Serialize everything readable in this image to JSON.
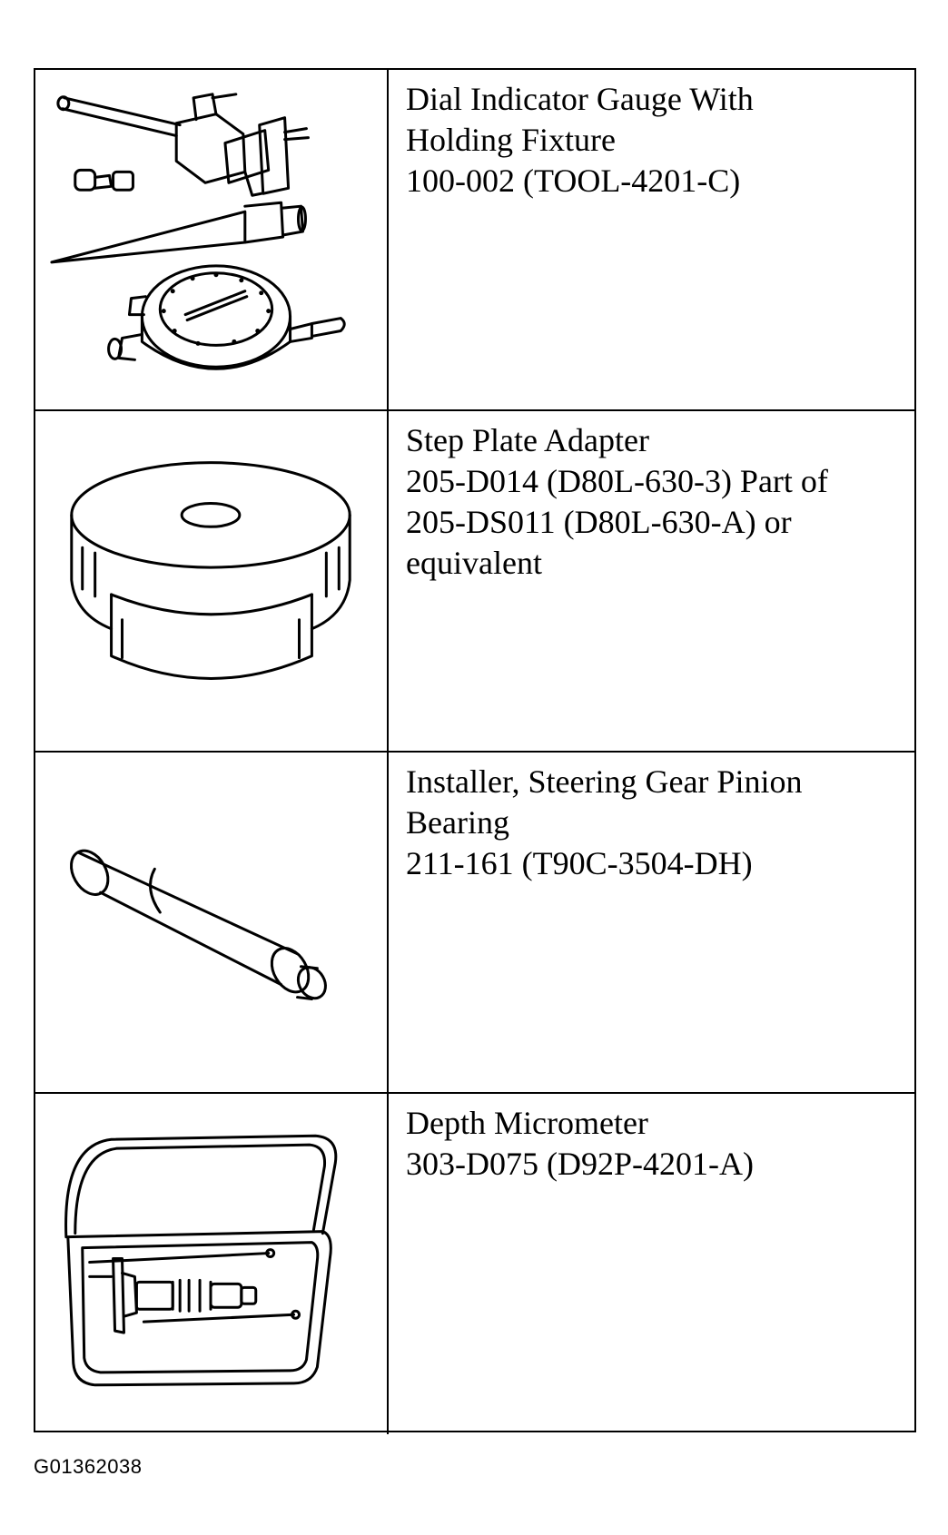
{
  "tools": [
    {
      "illustration": "dial-indicator-gauge-with-holding-fixture-drawing",
      "lines": [
        "Dial Indicator Gauge With",
        "Holding Fixture",
        "100-002 (TOOL-4201-C)"
      ]
    },
    {
      "illustration": "step-plate-adapter-drawing",
      "lines": [
        "Step Plate Adapter",
        "205-D014 (D80L-630-3) Part of",
        "205-DS011 (D80L-630-A) or",
        "equivalent"
      ]
    },
    {
      "illustration": "pinion-bearing-installer-drawing",
      "lines": [
        "Installer, Steering Gear Pinion",
        "Bearing",
        "211-161 (T90C-3504-DH)"
      ]
    },
    {
      "illustration": "depth-micrometer-in-case-drawing",
      "lines": [
        "Depth Micrometer",
        "303-D075 (D92P-4201-A)"
      ]
    }
  ],
  "figure_code": "G01362038"
}
